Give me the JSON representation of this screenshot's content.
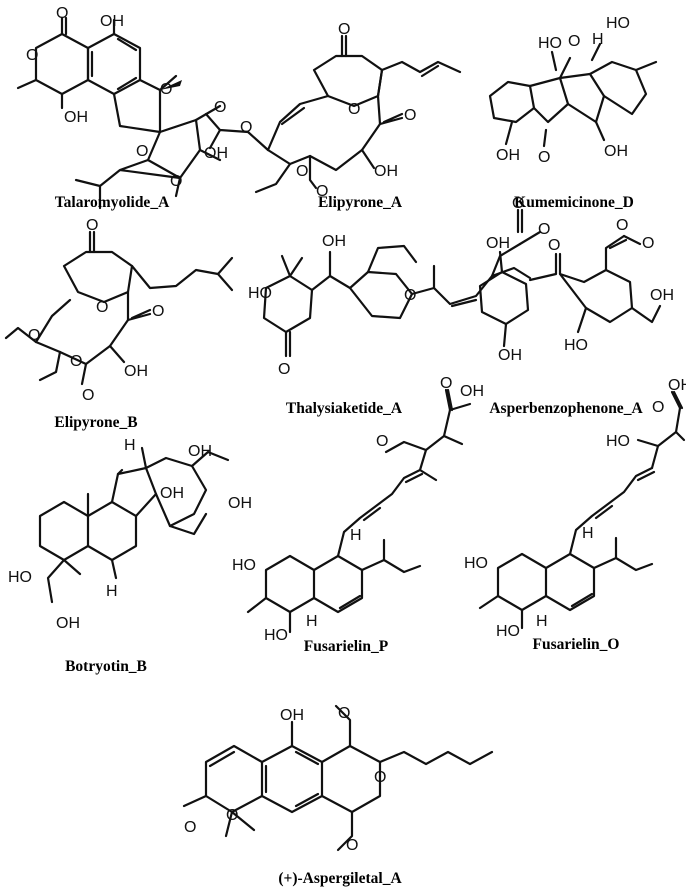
{
  "compounds": [
    {
      "name": "Talaromyolide_A",
      "labels": [
        "OH",
        "O",
        "O",
        "O",
        "OH",
        "O",
        "O",
        "OH"
      ]
    },
    {
      "name": "Elipyrone_A",
      "labels": [
        "O",
        "O",
        "O",
        "O",
        "O",
        "OH",
        "O",
        "O"
      ]
    },
    {
      "name": "Kumemicinone_D",
      "labels": [
        "HO",
        "O",
        "H",
        "HO",
        "OH",
        "OH",
        "O"
      ]
    },
    {
      "name": "Elipyrone_B",
      "labels": [
        "O",
        "O",
        "O",
        "O",
        "OH",
        "O",
        "O"
      ]
    },
    {
      "name": "Thalysiaketide_A",
      "labels": [
        "OH",
        "HO",
        "O",
        "O",
        "O",
        "O"
      ]
    },
    {
      "name": "Asperbenzophenone_A",
      "labels": [
        "OH",
        "O",
        "O",
        "O",
        "OH",
        "OH",
        "HO"
      ]
    },
    {
      "name": "Botryotin_B",
      "labels": [
        "H",
        "OH",
        "OH",
        "OH",
        "HO",
        "H",
        "OH"
      ]
    },
    {
      "name": "Fusarielin_P",
      "labels": [
        "O",
        "OH",
        "O",
        "HO",
        "H",
        "HO",
        "H"
      ]
    },
    {
      "name": "Fusarielin_O",
      "labels": [
        "O",
        "OH",
        "HO",
        "HO",
        "H",
        "HO",
        "H"
      ]
    },
    {
      "name": "(+)-Aspergiletal_A",
      "labels": [
        "OH",
        "O",
        "O",
        "O",
        "O",
        "O"
      ]
    }
  ]
}
